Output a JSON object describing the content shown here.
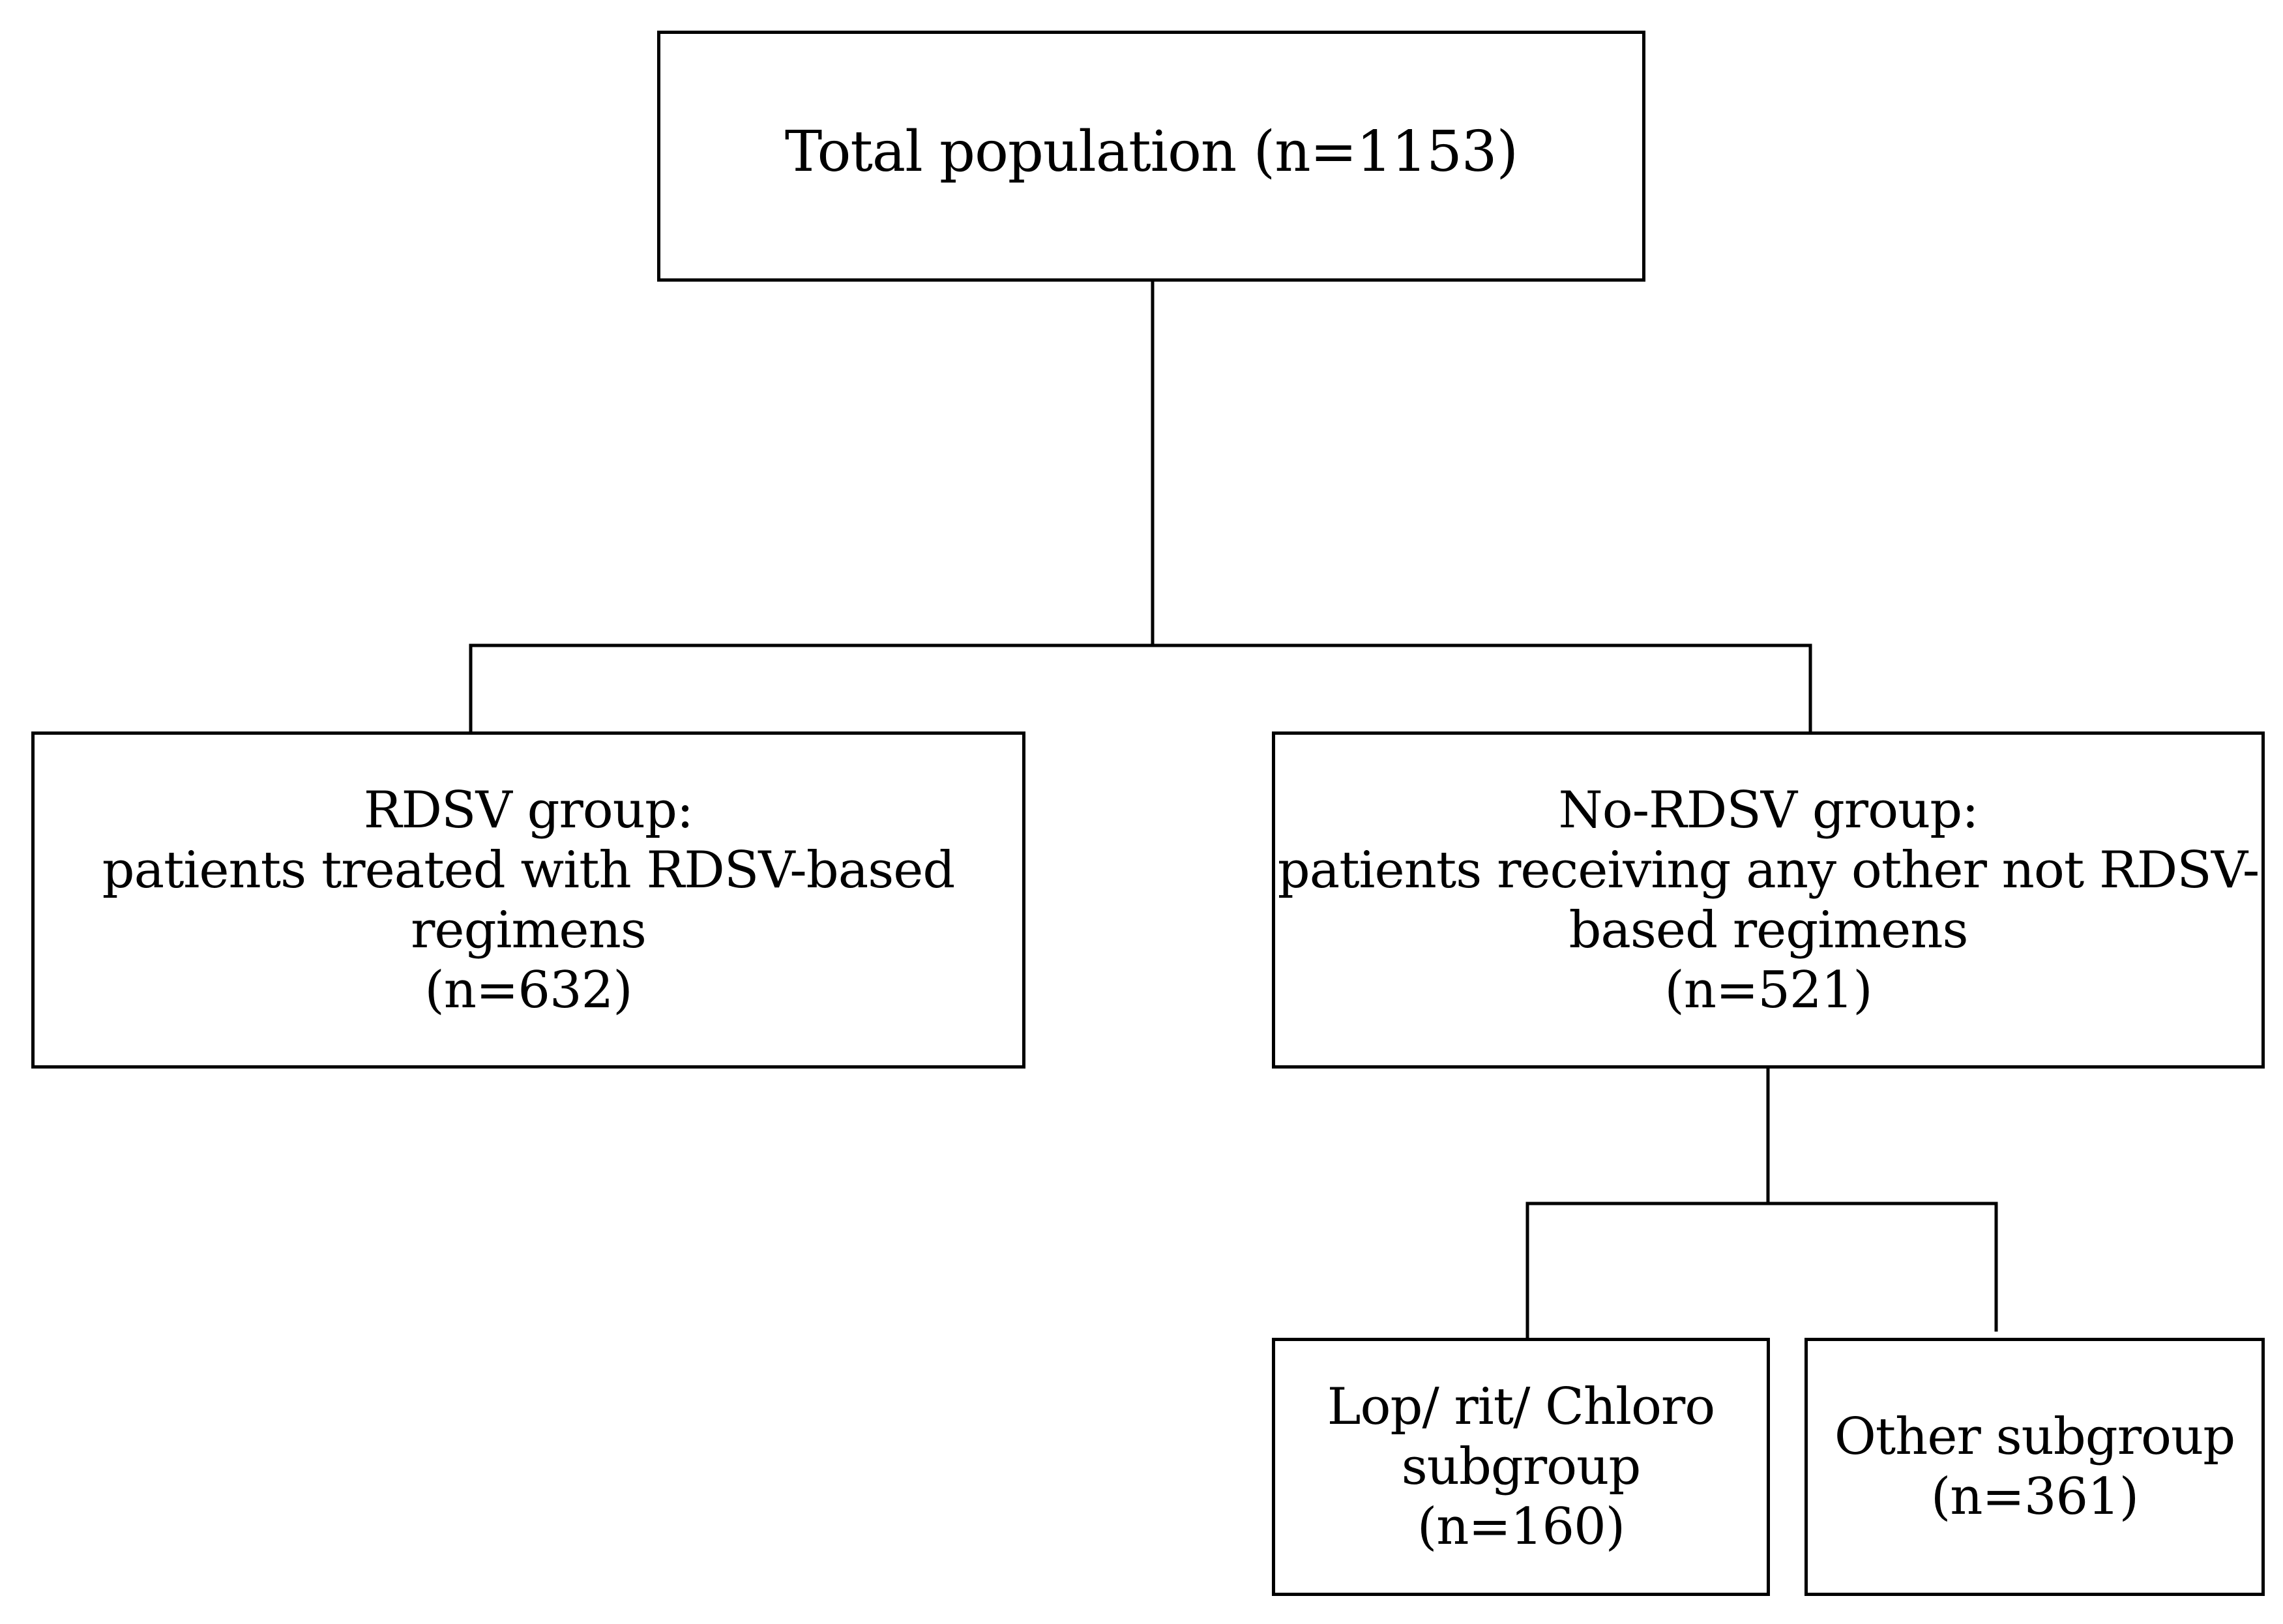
{
  "diagram": {
    "nodes": {
      "total": {
        "lines": [
          "Total population (n=1153)"
        ]
      },
      "rdsv": {
        "lines": [
          "RDSV group:",
          "patients treated with RDSV-based",
          "regimens",
          "(n=632)"
        ]
      },
      "no_rdsv": {
        "lines": [
          "No-RDSV group:",
          "patients receiving any other not RDSV-",
          "based regimens",
          "(n=521)"
        ]
      },
      "lop_rit_chloro": {
        "lines": [
          "Lop/ rit/ Chloro",
          "subgroup",
          "(n=160)"
        ]
      },
      "other": {
        "lines": [
          "Other subgroup",
          "(n=361)"
        ]
      }
    },
    "edges": [
      {
        "from": "total",
        "to": "rdsv"
      },
      {
        "from": "total",
        "to": "no_rdsv"
      },
      {
        "from": "no_rdsv",
        "to": "lop_rit_chloro"
      },
      {
        "from": "no_rdsv",
        "to": "other"
      }
    ],
    "colors": {
      "stroke": "#000000",
      "fill": "#ffffff",
      "text": "#000000"
    }
  }
}
